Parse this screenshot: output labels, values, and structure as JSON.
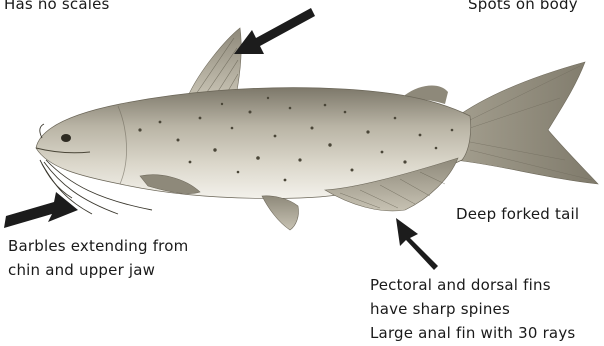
{
  "labels": {
    "no_scales": "Has no scales",
    "spots": "Spots on body",
    "tail": "Deep forked tail",
    "barbels_1": "Barbles extending from",
    "barbels_2": "chin and upper jaw",
    "fins_1": "Pectoral and dorsal fins",
    "fins_2": "have sharp spines",
    "fins_3": "Large anal fin with 30 rays"
  },
  "colors": {
    "arrow": "#1c1c1c",
    "body_top": "#8a8474",
    "body_mid": "#cfcabb",
    "belly": "#f2f0ea",
    "fin": "#9a9585",
    "spot": "#4a4638"
  }
}
